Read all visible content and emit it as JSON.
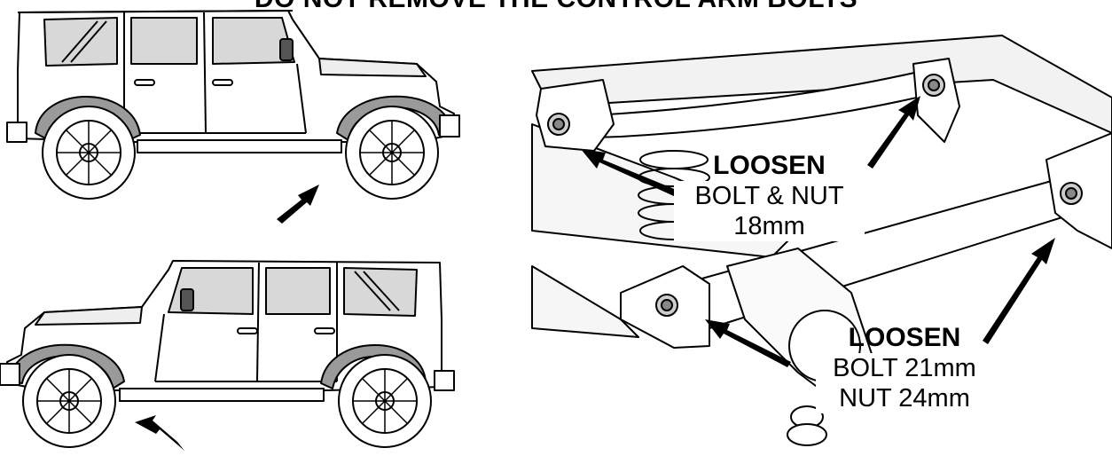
{
  "banner": "DO NOT REMOVE THE CONTROL ARM BOLTS",
  "callouts": {
    "upper": {
      "heading": "LOOSEN",
      "line1": "BOLT & NUT",
      "line2": "18mm"
    },
    "lower": {
      "heading": "LOOSEN",
      "line1": "BOLT 21mm",
      "line2": "NUT 24mm"
    }
  },
  "colors": {
    "ink": "#000000",
    "paper": "#ffffff",
    "fender": "#9a9a9a",
    "glass": "#d8d8d8"
  }
}
